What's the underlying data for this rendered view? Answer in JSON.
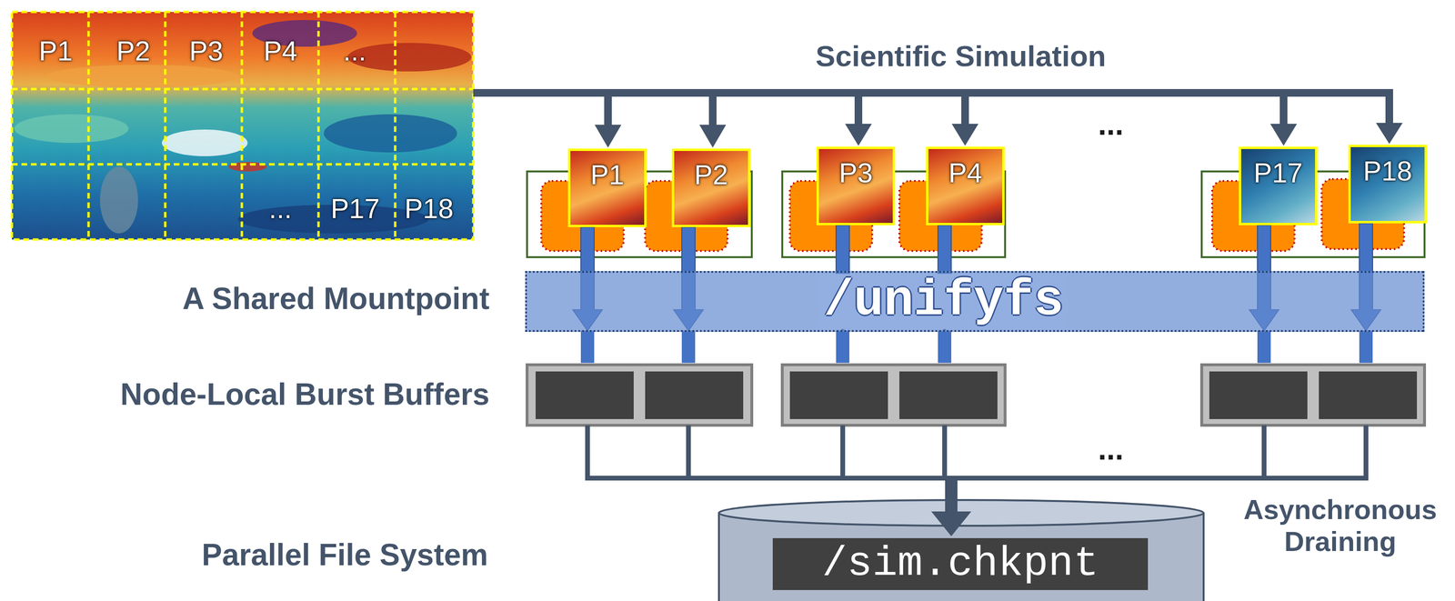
{
  "diagram": {
    "nodes": [
      {
        "text": [
          "P1"
        ]
      },
      {
        "text": [
          "P2"
        ]
      },
      {
        "text": [
          "P3"
        ]
      },
      {
        "text": [
          "P4"
        ]
      },
      {
        "text": [
          "P17"
        ]
      },
      {
        "text": [
          "P18"
        ]
      },
      {
        "text": [
          "/unifyfs"
        ]
      },
      {
        "text": [
          "/sim.chkpnt"
        ]
      }
    ],
    "edges": [
      {
        "from": 0,
        "to": 6,
        "arrow": "to"
      },
      {
        "from": 1,
        "to": 6,
        "arrow": "to"
      },
      {
        "from": 2,
        "to": 6,
        "arrow": "to"
      },
      {
        "from": 3,
        "to": 6,
        "arrow": "to"
      },
      {
        "from": 4,
        "to": 6,
        "arrow": "to"
      },
      {
        "from": 5,
        "to": 6,
        "arrow": "to"
      }
    ],
    "labels": [
      "P1",
      "P2",
      "P3",
      "P4",
      "...",
      "...",
      "P17",
      "P18",
      "Scientific Simulation",
      "...",
      "A Shared Mountpoint",
      "Node-Local Burst Buffers",
      "...",
      "Asynchronous Draining",
      "Parallel File System"
    ]
  }
}
